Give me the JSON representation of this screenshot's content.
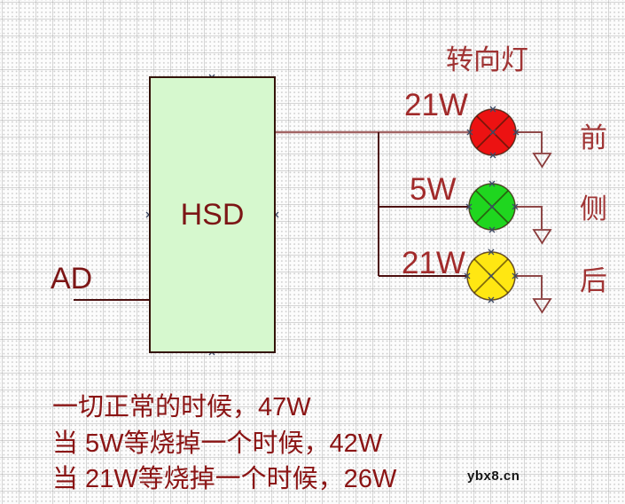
{
  "colors": {
    "canvas_bg": "#fcfcfc",
    "hsd_fill": "#d6f8ce",
    "hsd_border": "#331309",
    "hsd_text": "#7c1616",
    "label_red": "#a12a2a",
    "heading_red": "#a03434",
    "notes_red": "#8b1515",
    "wire_main": "#a26464",
    "wire_dark": "#4c1010",
    "wire_ground": "#8e4848",
    "ground_outline": "#8b3c3c",
    "handle": "#3d4a66",
    "watermark_color": "#151515",
    "lamp_red": "#ec1212",
    "lamp_green": "#1fd61f",
    "lamp_yellow": "#ffe712"
  },
  "diagram": {
    "title": "转向灯",
    "hsd_label": "HSD",
    "ad_label": "AD",
    "lamps": [
      {
        "power": "21W",
        "color": "#ec1212",
        "position": "前"
      },
      {
        "power": "5W",
        "color": "#1fd61f",
        "position": "侧"
      },
      {
        "power": "21W",
        "color": "#ffe712",
        "position": "后"
      }
    ]
  },
  "notes": [
    "一切正常的时候，47W",
    "当 5W等烧掉一个时候，42W",
    "当 21W等烧掉一个时候，26W"
  ],
  "watermark": "ybx8.cn"
}
